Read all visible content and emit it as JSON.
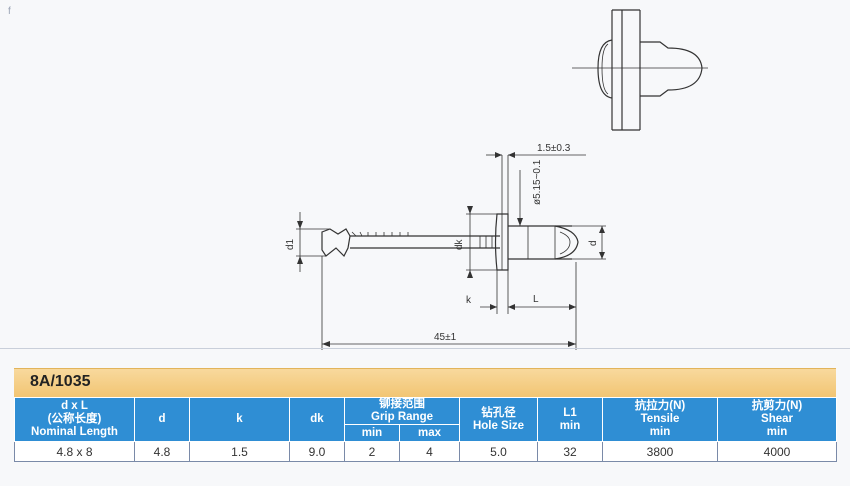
{
  "page_marker": "f",
  "drawing": {
    "dim_head_thickness": "1.5±0.3",
    "dim_hole_size": "ø5.15~0.1",
    "label_d1": "d1",
    "label_dk": "dk",
    "label_d": "d",
    "label_k": "k",
    "label_L": "L",
    "dim_total_length": "45±1"
  },
  "model": {
    "code": "8A/1035"
  },
  "table": {
    "headers": {
      "dxl": {
        "line1": "d x L",
        "line2": "(公称长度)",
        "line3": "Nominal Length"
      },
      "d": "d",
      "k": "k",
      "dk": "dk",
      "grip": {
        "line1": "铆接范围",
        "line2": "Grip Range",
        "min": "min",
        "max": "max"
      },
      "hole": {
        "line1": "钻孔径",
        "line2": "Hole Size"
      },
      "l1": {
        "line1": "L1",
        "line2": "min"
      },
      "tensile": {
        "line1": "抗拉力(N)",
        "line2": "Tensile",
        "line3": "min"
      },
      "shear": {
        "line1": "抗剪力(N)",
        "line2": "Shear",
        "line3": "min"
      }
    },
    "row": {
      "dxl": "4.8 x 8",
      "d": "4.8",
      "k": "1.5",
      "dk": "9.0",
      "grip_min": "2",
      "grip_max": "4",
      "hole": "5.0",
      "l1": "32",
      "tensile": "3800",
      "shear": "4000"
    }
  }
}
